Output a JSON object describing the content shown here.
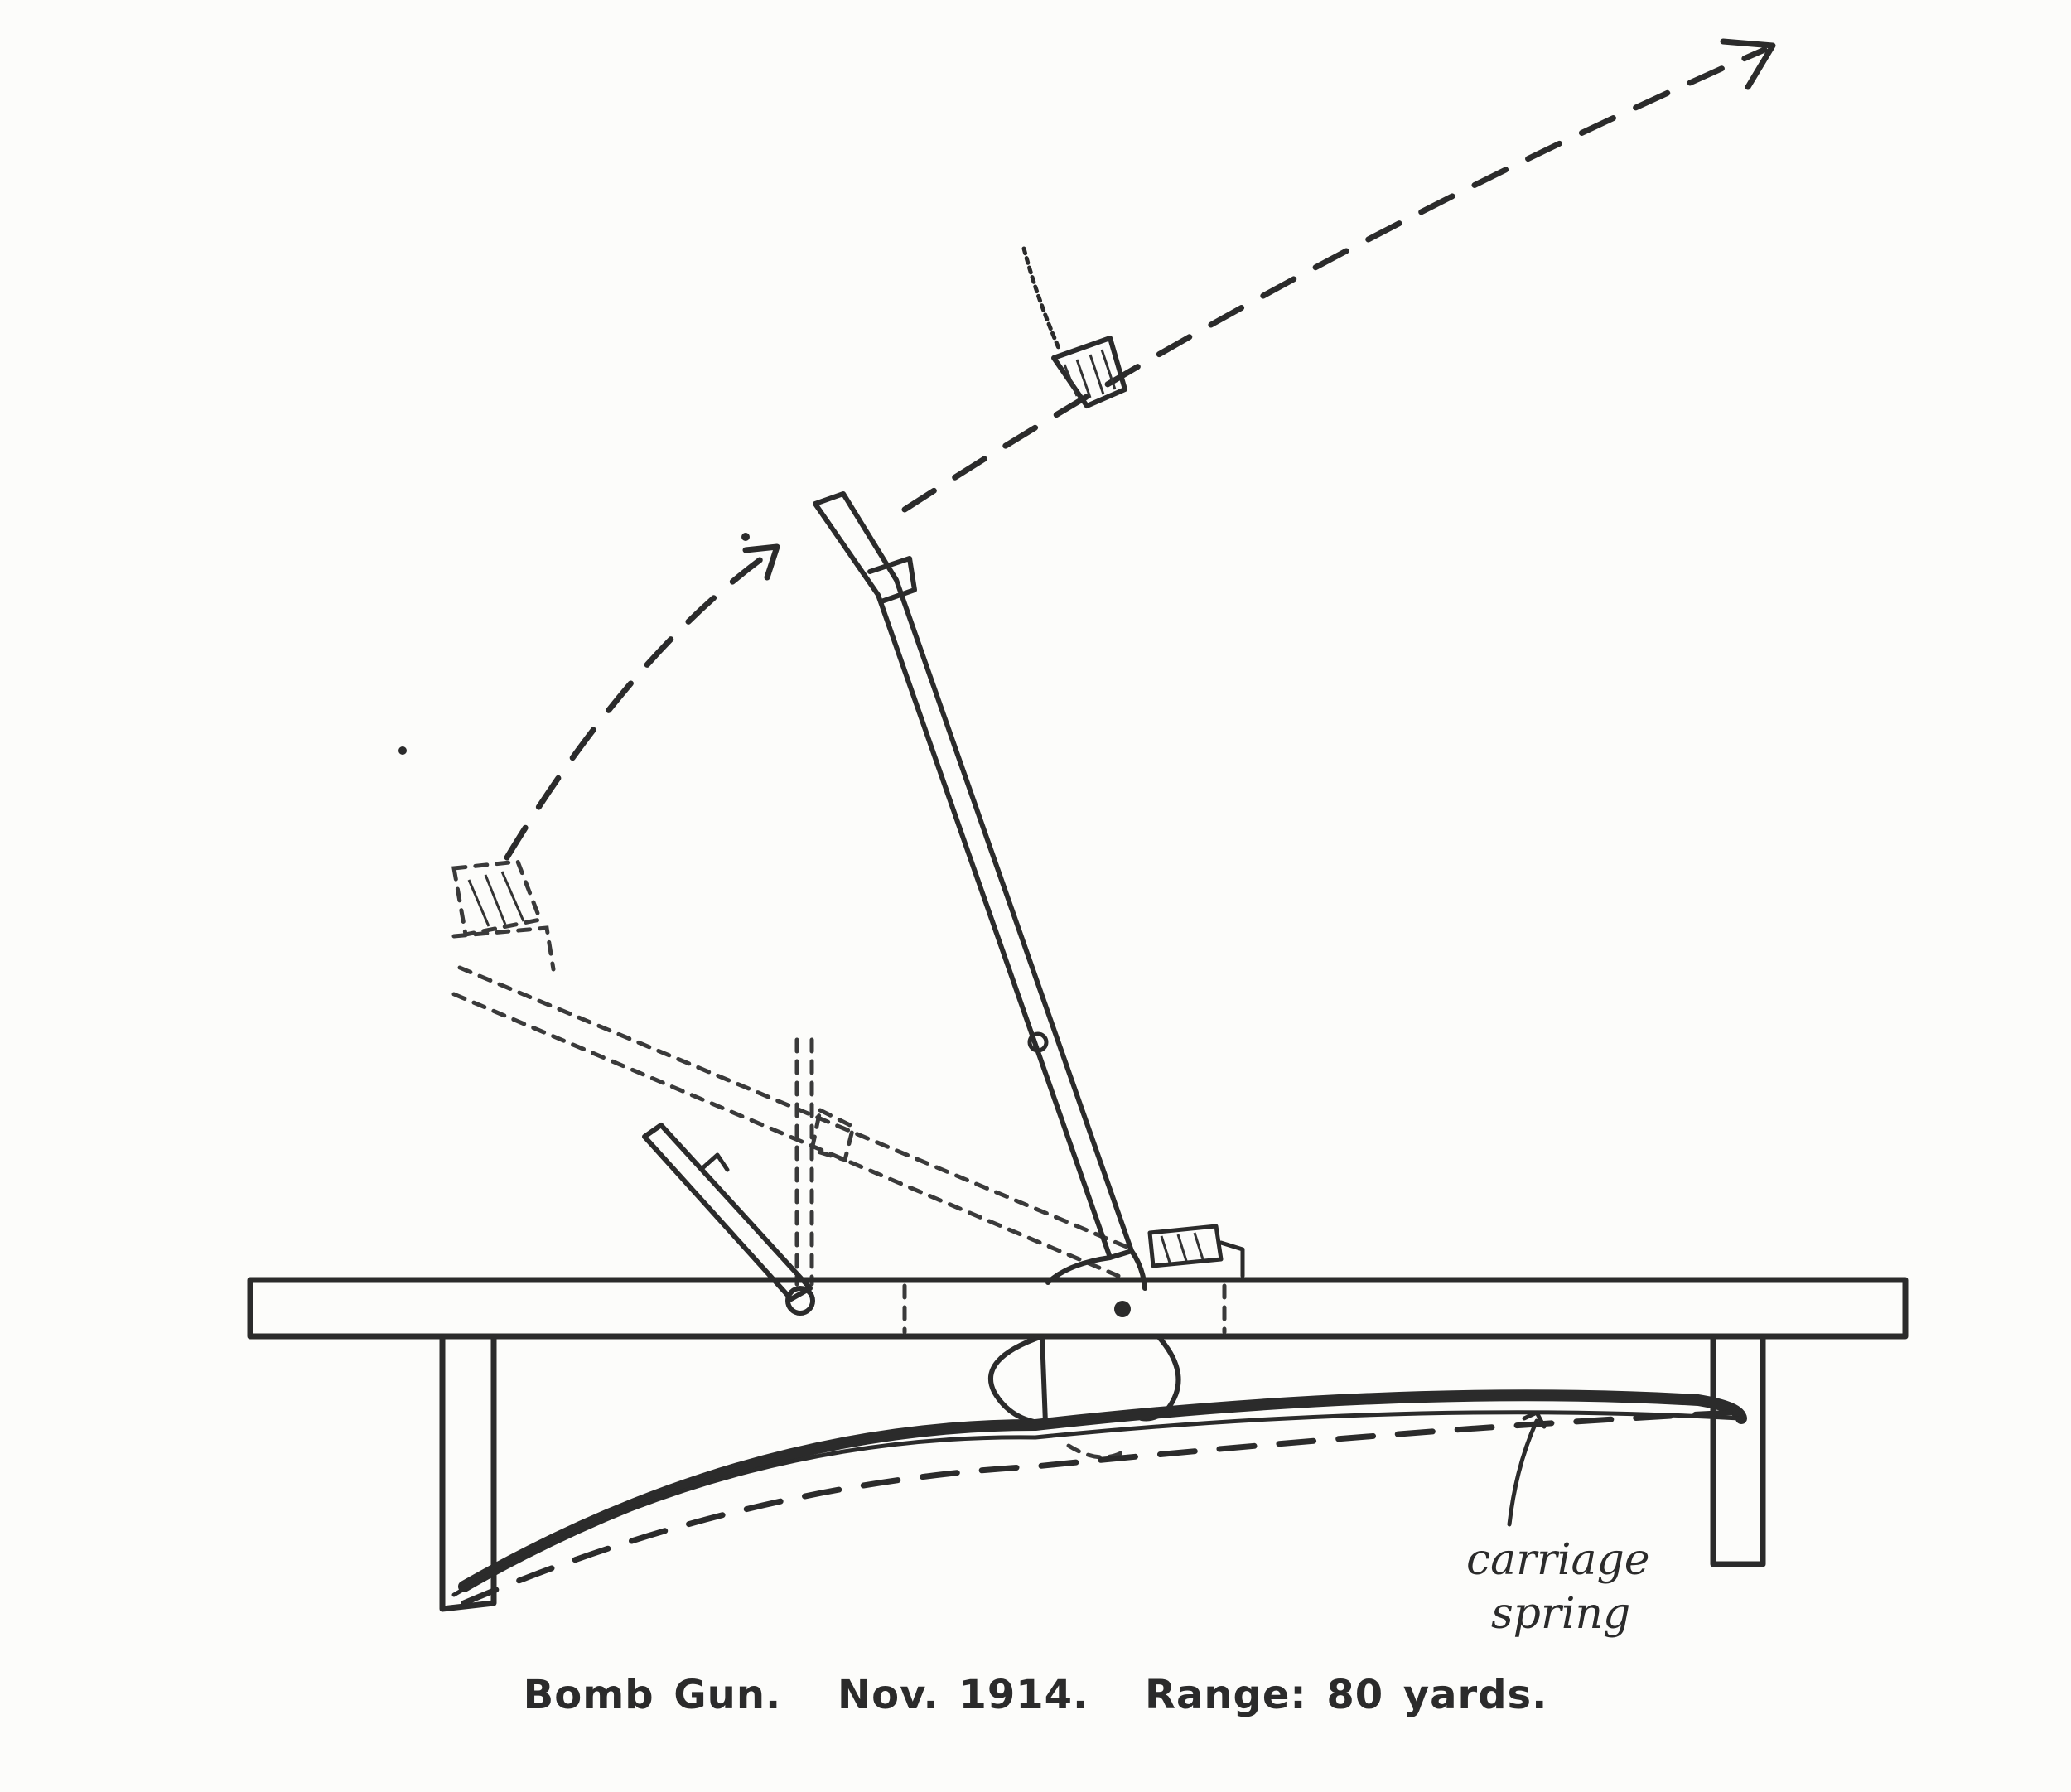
{
  "caption": {
    "name": "Bomb Gun.",
    "date": "Nov. 1914.",
    "range": "Range: 80 yards."
  },
  "labels": {
    "carriage": "carriage",
    "spring": "spring"
  },
  "colors": {
    "ink": "#2b2b2b",
    "paper": "#fcfcfa"
  }
}
